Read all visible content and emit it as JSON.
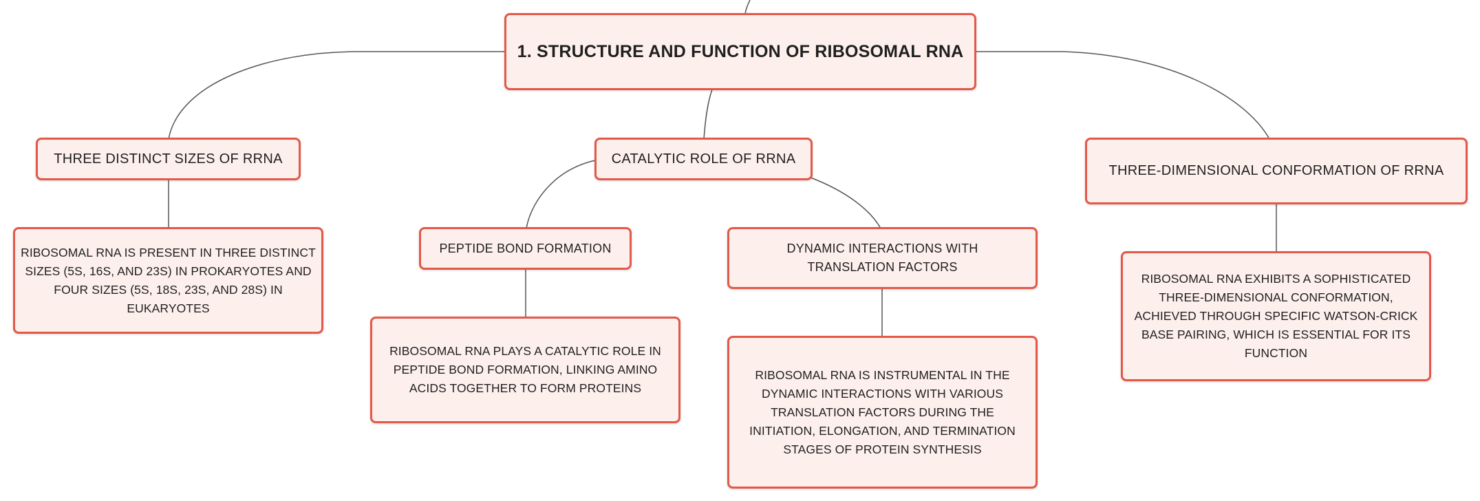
{
  "colors": {
    "node_fill": "#fdf0ec",
    "node_border": "#e4584a",
    "connector": "#555555",
    "text": "#1f1f1f"
  },
  "root": {
    "label": "1. STRUCTURE AND FUNCTION OF RIBOSOMAL RNA"
  },
  "branches": {
    "sizes": {
      "label": "THREE DISTINCT SIZES OF RRNA",
      "detail": "RIBOSOMAL RNA IS PRESENT IN THREE DISTINCT SIZES (5S, 16S, AND 23S) IN PROKARYOTES AND FOUR SIZES (5S, 18S, 23S, AND 28S) IN EUKARYOTES"
    },
    "catalytic": {
      "label": "CATALYTIC ROLE OF RRNA",
      "peptide": {
        "label": "PEPTIDE BOND FORMATION",
        "detail": "RIBOSOMAL RNA PLAYS A CATALYTIC ROLE IN PEPTIDE BOND FORMATION, LINKING AMINO ACIDS TOGETHER TO FORM PROTEINS"
      },
      "dynamic": {
        "label": "DYNAMIC INTERACTIONS WITH TRANSLATION FACTORS",
        "detail": "RIBOSOMAL RNA IS INSTRUMENTAL IN THE DYNAMIC INTERACTIONS WITH VARIOUS TRANSLATION FACTORS DURING THE INITIATION, ELONGATION, AND TERMINATION STAGES OF PROTEIN SYNTHESIS"
      }
    },
    "conformation": {
      "label": "THREE-DIMENSIONAL CONFORMATION OF RRNA",
      "detail": "RIBOSOMAL RNA EXHIBITS A SOPHISTICATED THREE-DIMENSIONAL CONFORMATION, ACHIEVED THROUGH SPECIFIC WATSON-CRICK BASE PAIRING, WHICH IS ESSENTIAL FOR ITS FUNCTION"
    }
  }
}
